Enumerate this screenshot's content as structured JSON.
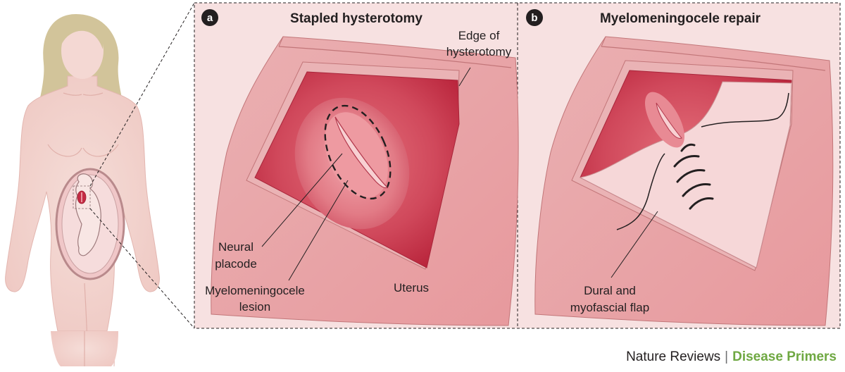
{
  "panels": {
    "a": {
      "badge": "a",
      "title": "Stapled hysterotomy",
      "labels": {
        "edge_line1": "Edge of",
        "edge_line2": "hysterotomy",
        "neural_line1": "Neural",
        "neural_line2": "placode",
        "lesion_line1": "Myelomeningocele",
        "lesion_line2": "lesion",
        "uterus": "Uterus"
      }
    },
    "b": {
      "badge": "b",
      "title": "Myelomeningocele repair",
      "labels": {
        "flap_line1": "Dural and",
        "flap_line2": "myofascial flap"
      }
    }
  },
  "footer": {
    "journal": "Nature Reviews",
    "separator": "|",
    "series": "Disease Primers"
  },
  "colors": {
    "skin": "#f3d5d0",
    "hair": "#d2c49a",
    "tissue_dark": "#c42a43",
    "tissue_light": "#f6d7d8",
    "rim": "#e8a1a4",
    "panel_bg": "#f7e1e1",
    "accent": "#6fa842"
  }
}
